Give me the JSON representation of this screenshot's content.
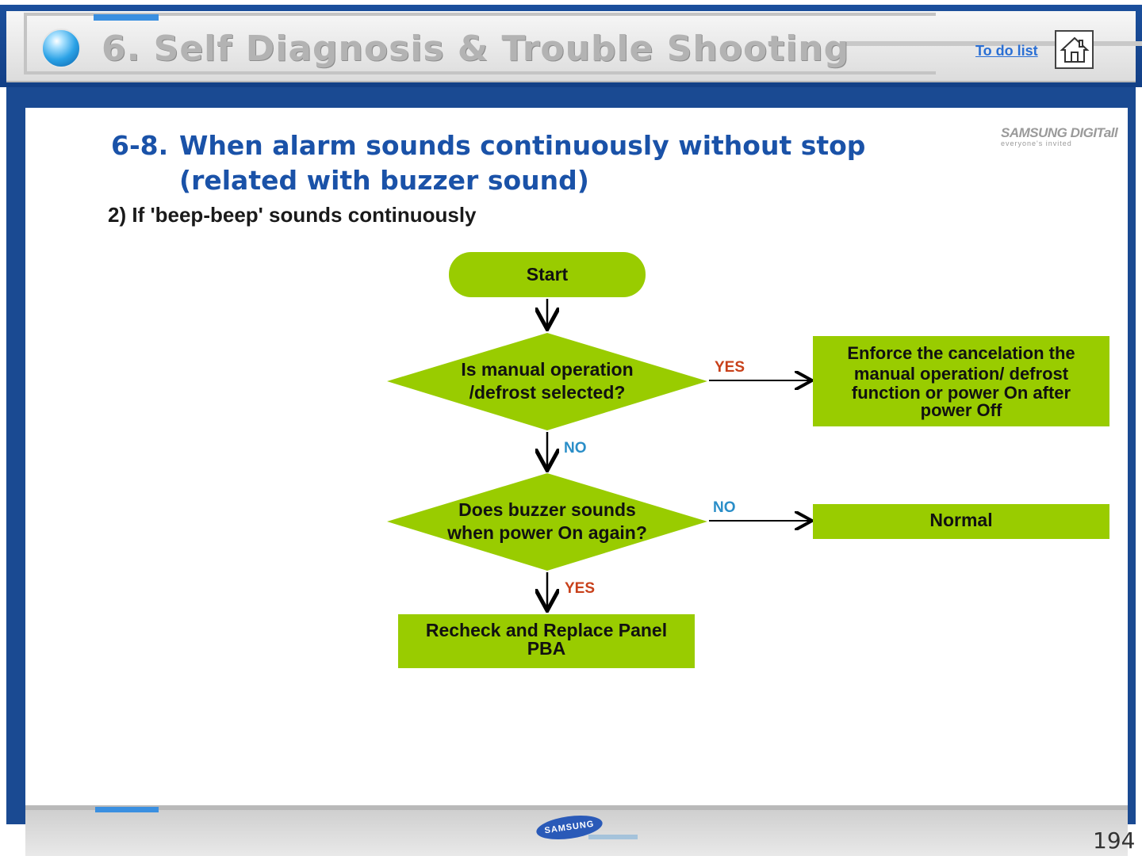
{
  "header": {
    "title": "6. Self Diagnosis & Trouble Shooting",
    "todo_link": "To do list",
    "home_icon": "home-icon"
  },
  "brand": {
    "name": "SAMSUNG DIGITall",
    "tagline": "everyone's invited"
  },
  "section": {
    "number": "6-8.",
    "title_line1": "When alarm sounds continuously without stop",
    "title_line2": "(related with buzzer sound)",
    "subtitle": "2) If 'beep-beep' sounds continuously"
  },
  "flowchart": {
    "start": "Start",
    "decision1": {
      "line1": "Is manual operation",
      "line2": "/defrost selected?"
    },
    "decision1_yes_label": "YES",
    "decision1_no_label": "NO",
    "action_yes1": {
      "line1": "Enforce the cancelation the",
      "line2": "manual operation/ defrost",
      "line3": "function or power On after",
      "line4": "power Off"
    },
    "decision2": {
      "line1": "Does buzzer sounds",
      "line2": "when power On again?"
    },
    "decision2_no_label": "NO",
    "decision2_yes_label": "YES",
    "action_no2": "Normal",
    "action_yes2": {
      "line1": "Recheck and Replace Panel",
      "line2": "PBA"
    }
  },
  "footer": {
    "logo": "SAMSUNG",
    "page_number": "194"
  },
  "colors": {
    "node_fill": "#99cc00",
    "title_blue": "#1a52a8",
    "yes_label": "#c8401a",
    "no_label": "#2a8ec8",
    "frame_blue": "#1a4a92"
  }
}
